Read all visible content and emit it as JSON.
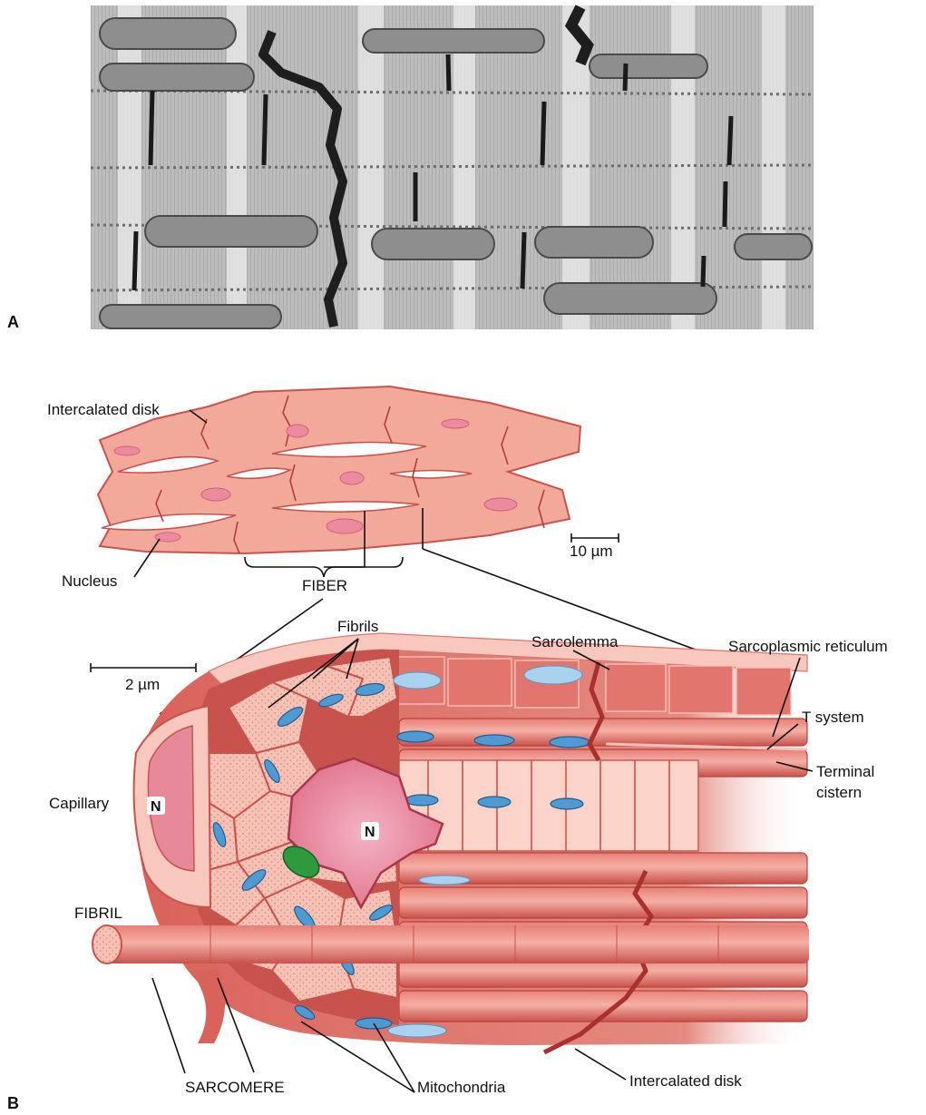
{
  "panels": {
    "a_letter": "A",
    "b_letter": "B"
  },
  "labels": {
    "intercalated_disk_top": "Intercalated disk",
    "nucleus": "Nucleus",
    "fiber": "FIBER",
    "scale_10": "10 µm",
    "scale_2": "2 µm",
    "fibrils": "Fibrils",
    "sarcolemma": "Sarcolemma",
    "sarcoplasmic_reticulum": "Sarcoplasmic reticulum",
    "t_system": "T system",
    "terminal_cistern_1": "Terminal",
    "terminal_cistern_2": "cistern",
    "capillary": "Capillary",
    "n_capillary": "N",
    "n_fiber": "N",
    "fibril": "FIBRIL",
    "sarcomere": "SARCOMERE",
    "mitochondria": "Mitochondria",
    "intercalated_disk_bottom": "Intercalated disk"
  },
  "colors": {
    "muscle": "#f2a99a",
    "muscle_dark": "#c8534c",
    "nucleus": "#ec8aa0",
    "mitochondria": "#4f9ad2",
    "sr_light_blue": "#a9d2ef",
    "golgi_green": "#2e9a3e",
    "micrograph_gray": "#b8b8b8"
  }
}
